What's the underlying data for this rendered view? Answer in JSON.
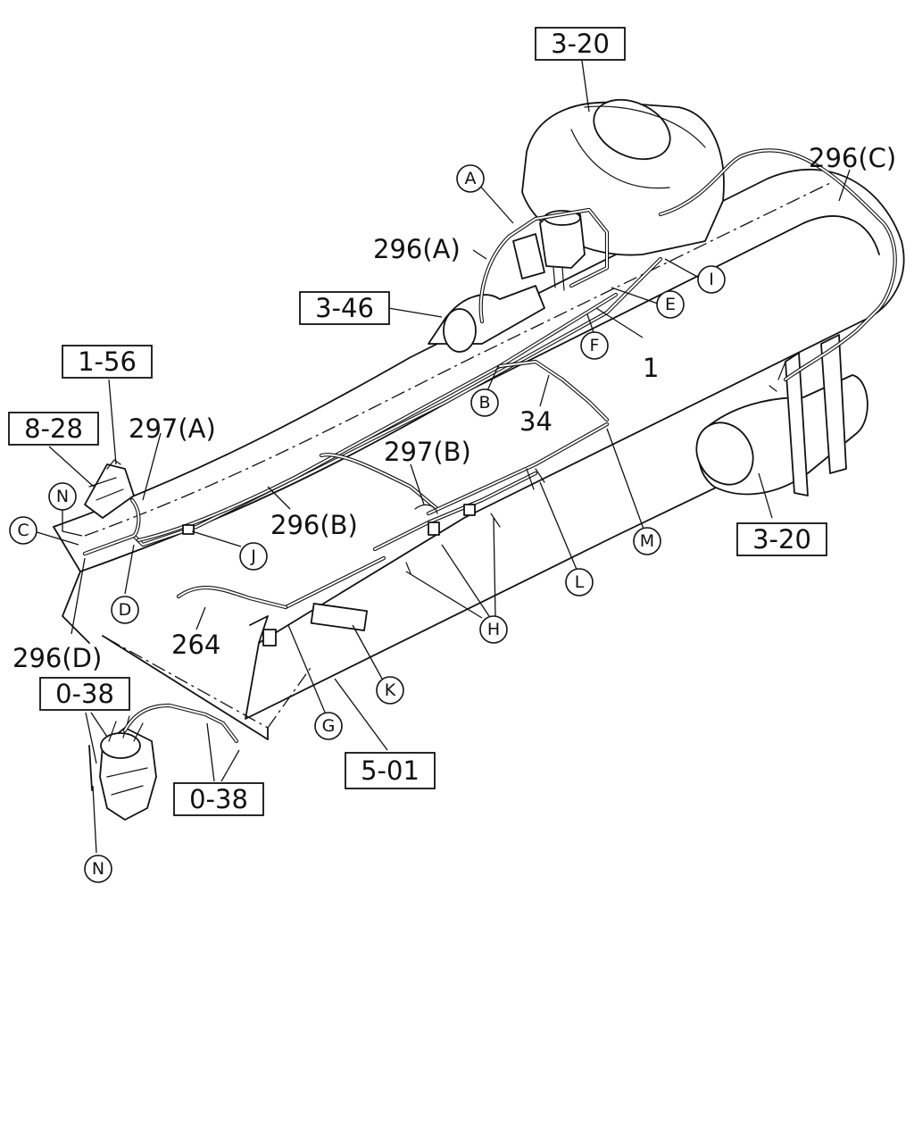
{
  "refs": {
    "r320_top": "3-20",
    "r346": "3-46",
    "r156": "1-56",
    "r828": "8-28",
    "r038_a": "0-38",
    "r038_b": "0-38",
    "r501": "5-01",
    "r320_right": "3-20"
  },
  "parts": {
    "p296c": "296(C)",
    "p296a": "296(A)",
    "p1": "1",
    "p34": "34",
    "p297a": "297(A)",
    "p297b": "297(B)",
    "p296b": "296(B)",
    "p296d": "296(D)",
    "p264": "264"
  },
  "callouts": {
    "a": "A",
    "b": "B",
    "c": "C",
    "d": "D",
    "e": "E",
    "f": "F",
    "g": "G",
    "h": "H",
    "i": "I",
    "j": "J",
    "k": "K",
    "l": "L",
    "m": "M",
    "n_top": "N",
    "n_bottom": "N"
  }
}
